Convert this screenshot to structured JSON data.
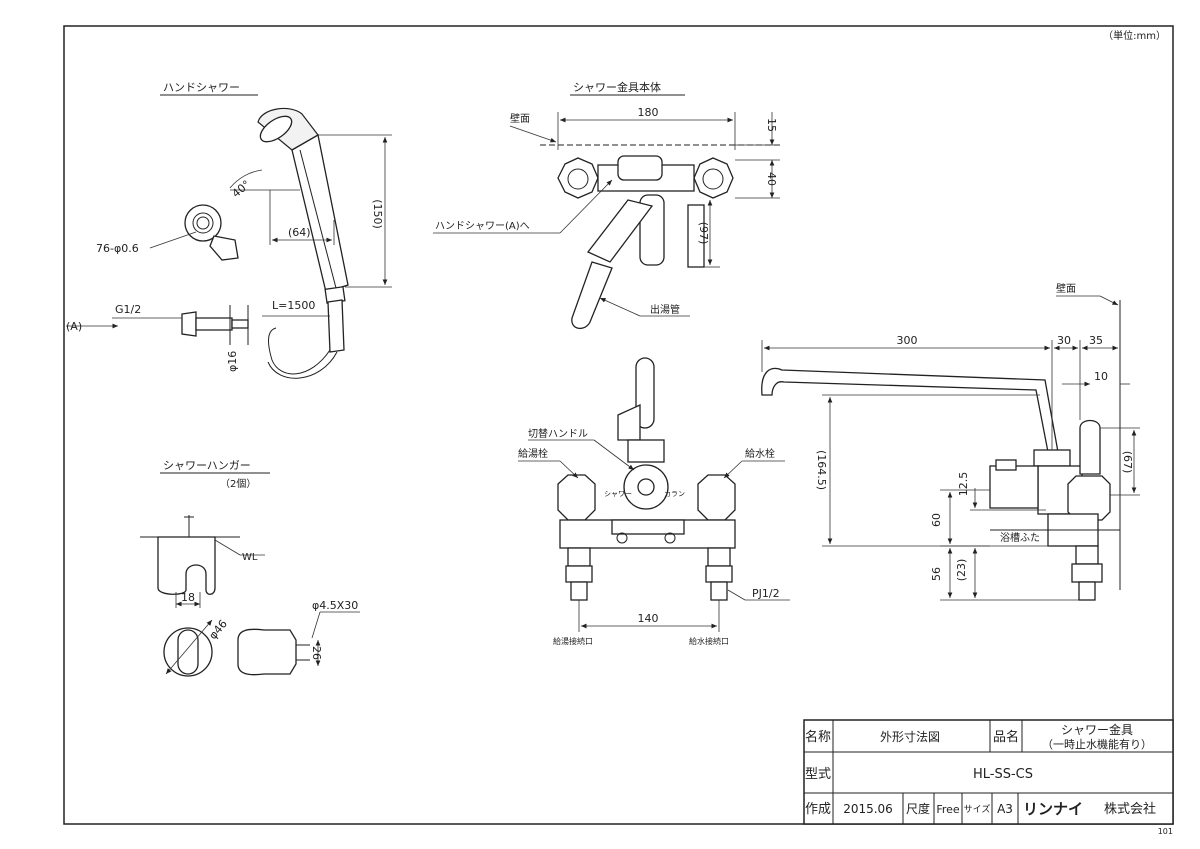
{
  "unit_note": "（単位:mm）",
  "sheet_code": "101",
  "views": {
    "hand_shower": {
      "title": "ハンドシャワー",
      "angle": "40°",
      "holes": "76-φ0.6",
      "dim_64": "(64)",
      "dim_150": "(150)",
      "thread": "G1/2",
      "hose_length": "L=1500",
      "diameter": "φ16",
      "arrow_a": "(A)"
    },
    "body": {
      "title": "シャワー金具本体",
      "wall": "壁面",
      "dim_180": "180",
      "dim_15": "15",
      "dim_40": "40",
      "dim_97": "(97)",
      "callout_a": "ハンドシャワー(A)へ",
      "outlet": "出湯管"
    },
    "front": {
      "switch_handle": "切替ハンドル",
      "hot_valve": "給湯栓",
      "cold_valve": "給水栓",
      "mark_shower": "シャワー",
      "mark_spout": "カラン",
      "dim_140": "140",
      "pj": "PJ1/2",
      "hot_connect": "給湯接続口",
      "cold_connect": "給水接続口"
    },
    "side": {
      "wall": "壁面",
      "dim_300": "300",
      "dim_30": "30",
      "dim_35": "35",
      "dim_10": "10",
      "dim_1645": "(164.5)",
      "dim_67": "(67)",
      "dim_125": "12.5",
      "dim_60": "60",
      "dim_23": "(23)",
      "dim_56": "56",
      "tub_lid": "浴槽ふた"
    },
    "hanger": {
      "title": "シャワーハンガー",
      "count": "（2個）",
      "wl": "WL",
      "dim_18": "18",
      "dim_46": "φ46",
      "screw": "φ4.5X30",
      "dim_26": "26"
    }
  },
  "title_block": {
    "name_label": "名称",
    "name_value": "外形寸法図",
    "product_label": "品名",
    "product_line1": "シャワー金具",
    "product_line2": "（一時止水機能有り）",
    "model_label": "型式",
    "model_value": "HL-SS-CS",
    "date_label": "作成",
    "date_value": "2015.06",
    "scale_label": "尺度",
    "scale_value": "Free",
    "size_label": "サイズ",
    "size_value": "A3",
    "brand": "リンナイ",
    "company": "株式会社"
  }
}
